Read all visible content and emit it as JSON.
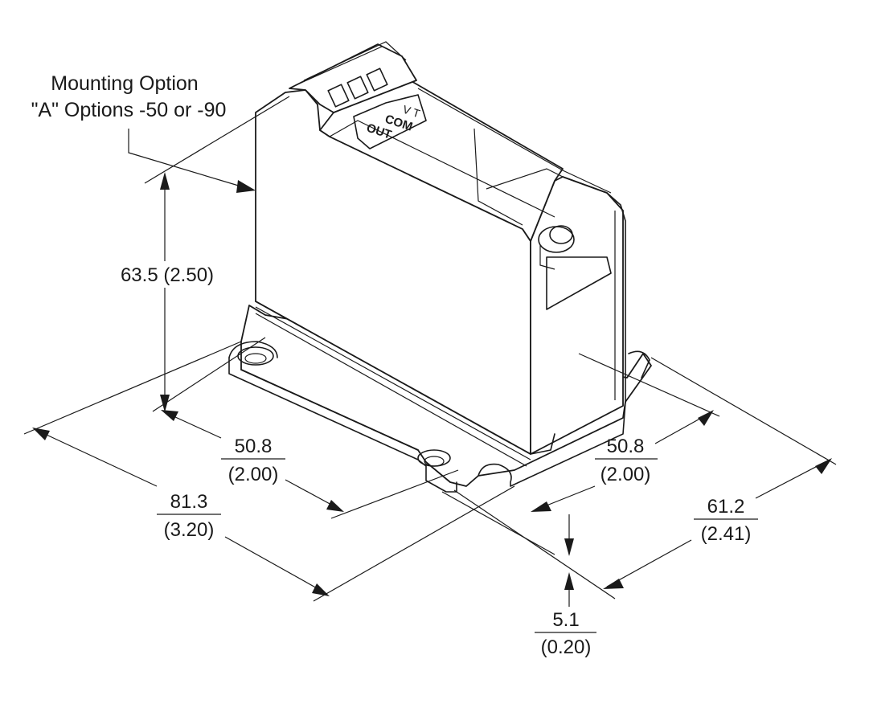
{
  "callout": {
    "line1": "Mounting Option",
    "line2": "\"A\" Options -50 or -90"
  },
  "terminals": {
    "vt": "V T",
    "com": "COM",
    "out": "OUT"
  },
  "dimensions": {
    "height": "63.5 (2.50)",
    "depth_inner_mm": "50.8",
    "depth_inner_in": "(2.00)",
    "depth_outer_mm": "81.3",
    "depth_outer_in": "(3.20)",
    "width_inner_mm": "50.8",
    "width_inner_in": "(2.00)",
    "width_outer_mm": "61.2",
    "width_outer_in": "(2.41)",
    "base_mm": "5.1",
    "base_in": "(0.20)"
  }
}
